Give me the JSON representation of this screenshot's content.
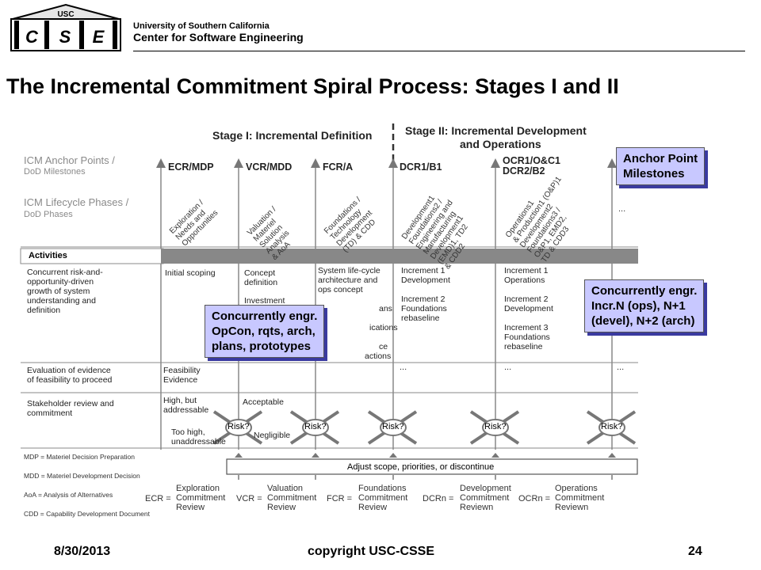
{
  "header": {
    "logo_letters": [
      "C",
      "S",
      "E"
    ],
    "logo_top": "USC",
    "university": "University of Southern California",
    "center": "Center for Software Engineering"
  },
  "title": "The Incremental Commitment Spiral Process:  Stages I and II",
  "diagram": {
    "stage1": "Stage I: Incremental Definition",
    "stage2_line1": "Stage II: Incremental Development",
    "stage2_line2": "and Operations",
    "row_labels": {
      "anchor_main": "ICM Anchor Points /",
      "anchor_sub": "DoD Milestones",
      "phase_main": "ICM Lifecycle Phases /",
      "phase_sub": "DoD Phases"
    },
    "anchor_points": [
      "ECR/MDP",
      "VCR/MDD",
      "FCR/A",
      "DCR1/B1",
      "OCR1/O&C1",
      "DCR2/B2"
    ],
    "phases": [
      "Exploration /\nNeeds and\nOpportunities",
      "Valuation /\nMateriel\nSolution\nAnalysis\n& AoA",
      "Foundations /\nTechnology\nDevelopment\n(TD) & CDD",
      "Development1\nFoundations2 /\nEngineering and\nManufacturing\nDevelopment1\n(EMD)1, TD2\n& CDD2",
      "Operations1\n& Production1 (O&P)1\nDevelopment2\nFoundations3 /\nO&P1, EMD2,\nTD & CDD3"
    ],
    "ellipsis": "...",
    "activities_header": "Activities",
    "activities": [
      "Concurrent risk-and-\nopportunity-driven\ngrowth of system\nunderstanding and\ndefinition",
      "Evaluation of evidence\nof feasibility to proceed",
      "Stakeholder review and\ncommitment"
    ],
    "cells": {
      "initial_scoping": "Initial scoping",
      "concept_definition": "Concept\ndefinition",
      "investment": "Investment",
      "system_lifecycle": "System life-cycle\narchitecture and\nops concept",
      "inc1_dev": "Increment 1\nDevelopment",
      "inc2_found": "Increment 2\nFoundations\nrebaseline",
      "inc1_ops": "Increment 1\nOperations",
      "inc2_dev": "Increment 2\nDevelopment",
      "inc3_found": "Increment 3\nFoundations\nrebaseline",
      "feasibility": "Feasibility\nEvidence",
      "high_but": "High, but\naddressable",
      "acceptable": "Acceptable",
      "too_high": "Too high,\nunaddressable",
      "negligible": "Negligible",
      "hidden_fragments": [
        "ans",
        "ications",
        "ce",
        "actions"
      ]
    },
    "risk_label": "Risk?",
    "adjust": "Adjust scope, priorities, or discontinue",
    "legend": [
      "MDP = Materiel Decision Preparation",
      "MDD = Materiel Development Decision",
      "AoA = Analysis of Alternatives",
      "CDD = Capability Development Document"
    ],
    "reviews": [
      {
        "abbr": "ECR =",
        "name": "Exploration\nCommitment\nReview"
      },
      {
        "abbr": "VCR =",
        "name": "Valuation\nCommitment\nReview"
      },
      {
        "abbr": "FCR =",
        "name": "Foundations\nCommitment\nReview"
      },
      {
        "abbr": "DCRn =",
        "name": "Development\nCommitment\nReviewn"
      },
      {
        "abbr": "OCRn =",
        "name": "Operations\nCommitment\nReviewn"
      }
    ]
  },
  "callouts": {
    "anchor": "Anchor Point\nMilestones",
    "stage1": "Concurrently engr.\nOpCon, rqts, arch,\nplans, prototypes",
    "stage2": "Concurrently engr.\nIncr.N (ops), N+1\n(devel), N+2 (arch)"
  },
  "footer": {
    "date": "8/30/2013",
    "copyright": "copyright USC-CSSE",
    "page": "24"
  }
}
